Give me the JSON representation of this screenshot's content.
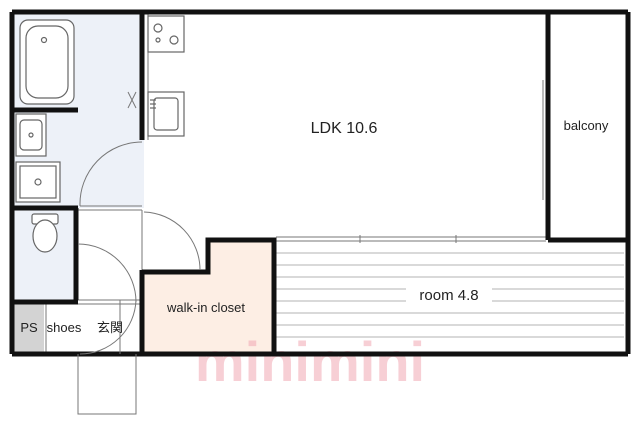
{
  "rooms": {
    "ldk": "LDK 10.6",
    "room": "room 4.8",
    "balcony": "balcony",
    "walk_in_closet": "walk-in closet",
    "ps": "PS",
    "shoes": "shoes",
    "entrance": "玄関"
  },
  "watermark": "minimini",
  "colors": {
    "wall": "#111111",
    "wet_area": "#edf1f8",
    "closet_fill": "#fdeee4",
    "ps_fill": "#d3d3d3",
    "watermark": "#f2a9b4",
    "fixture": "#666666"
  },
  "icons": [
    "bathtub-icon",
    "washbasin-icon",
    "washing-machine-pan-icon",
    "toilet-icon",
    "stove-icon",
    "kitchen-sink-icon"
  ]
}
